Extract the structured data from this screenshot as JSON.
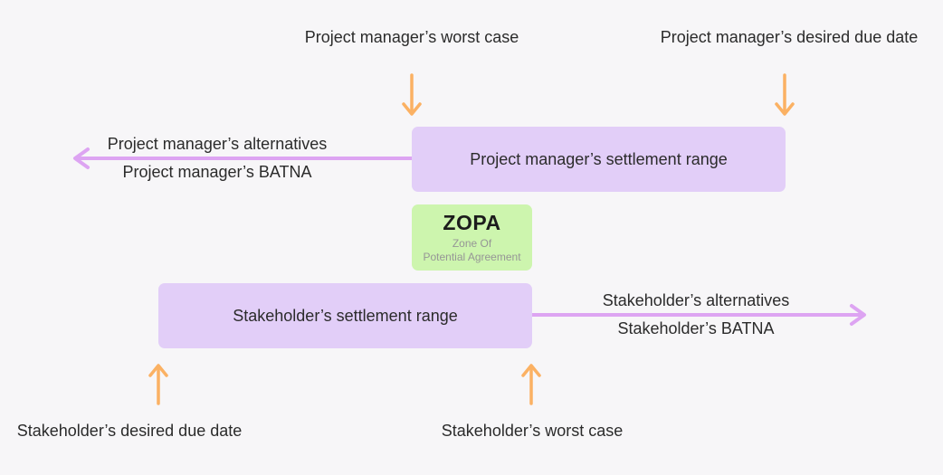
{
  "colors": {
    "bg": "#f7f6f8",
    "box_purple": "#e2cef8",
    "box_green": "#cdf5ae",
    "arrow_purple": "#dda4f2",
    "arrow_orange": "#fbb163",
    "text_dark": "#2b2b2b",
    "text_gray": "#969696"
  },
  "top_labels": {
    "pm_worst_case": "Project manager’s worst case",
    "pm_desired_due_date": "Project manager’s desired due date"
  },
  "pm_range": {
    "box_label": "Project manager’s settlement range",
    "alternatives": "Project manager’s alternatives",
    "batna": "Project manager’s BATNA"
  },
  "zopa": {
    "title": "ZOPA",
    "subtitle_line1": "Zone Of",
    "subtitle_line2": "Potential Agreement"
  },
  "stakeholder_range": {
    "box_label": "Stakeholder’s settlement range",
    "alternatives": "Stakeholder’s alternatives",
    "batna": "Stakeholder’s BATNA"
  },
  "bottom_labels": {
    "sh_desired_due_date": "Stakeholder’s desired due date",
    "sh_worst_case": "Stakeholder’s worst case"
  }
}
